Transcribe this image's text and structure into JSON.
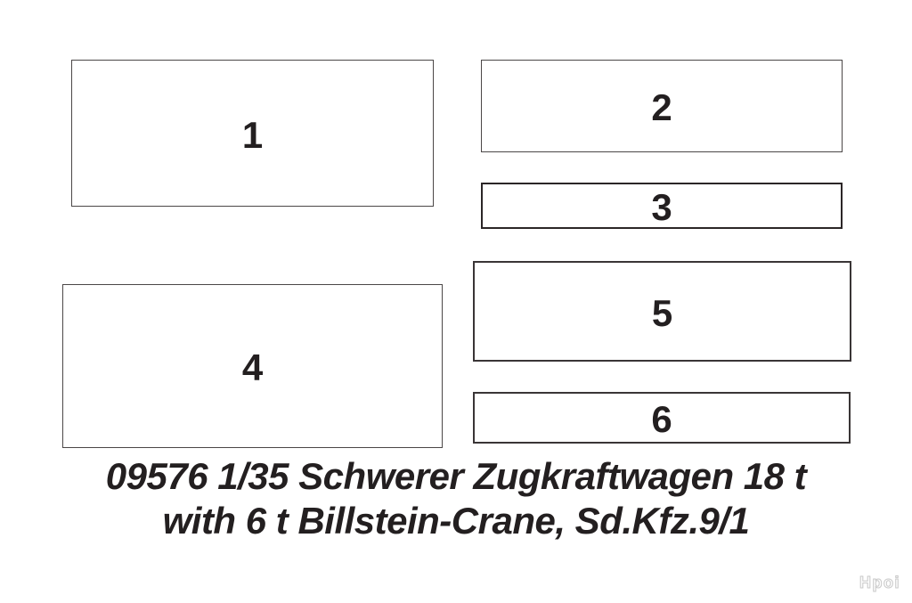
{
  "page": {
    "background": "#ffffff",
    "ink_color": "#231f20",
    "box_border_color": "#4b4747",
    "heavy_box_border_color": "#2b2627"
  },
  "parts_boxes": [
    {
      "label": "1"
    },
    {
      "label": "2"
    },
    {
      "label": "3"
    },
    {
      "label": "4"
    },
    {
      "label": "5"
    },
    {
      "label": "6"
    }
  ],
  "title": {
    "line1": "09576 1/35 Schwerer Zugkraftwagen 18 t",
    "line2": "with 6 t Billstein-Crane, Sd.Kfz.9/1"
  },
  "watermark": {
    "text": "Hpoi"
  }
}
